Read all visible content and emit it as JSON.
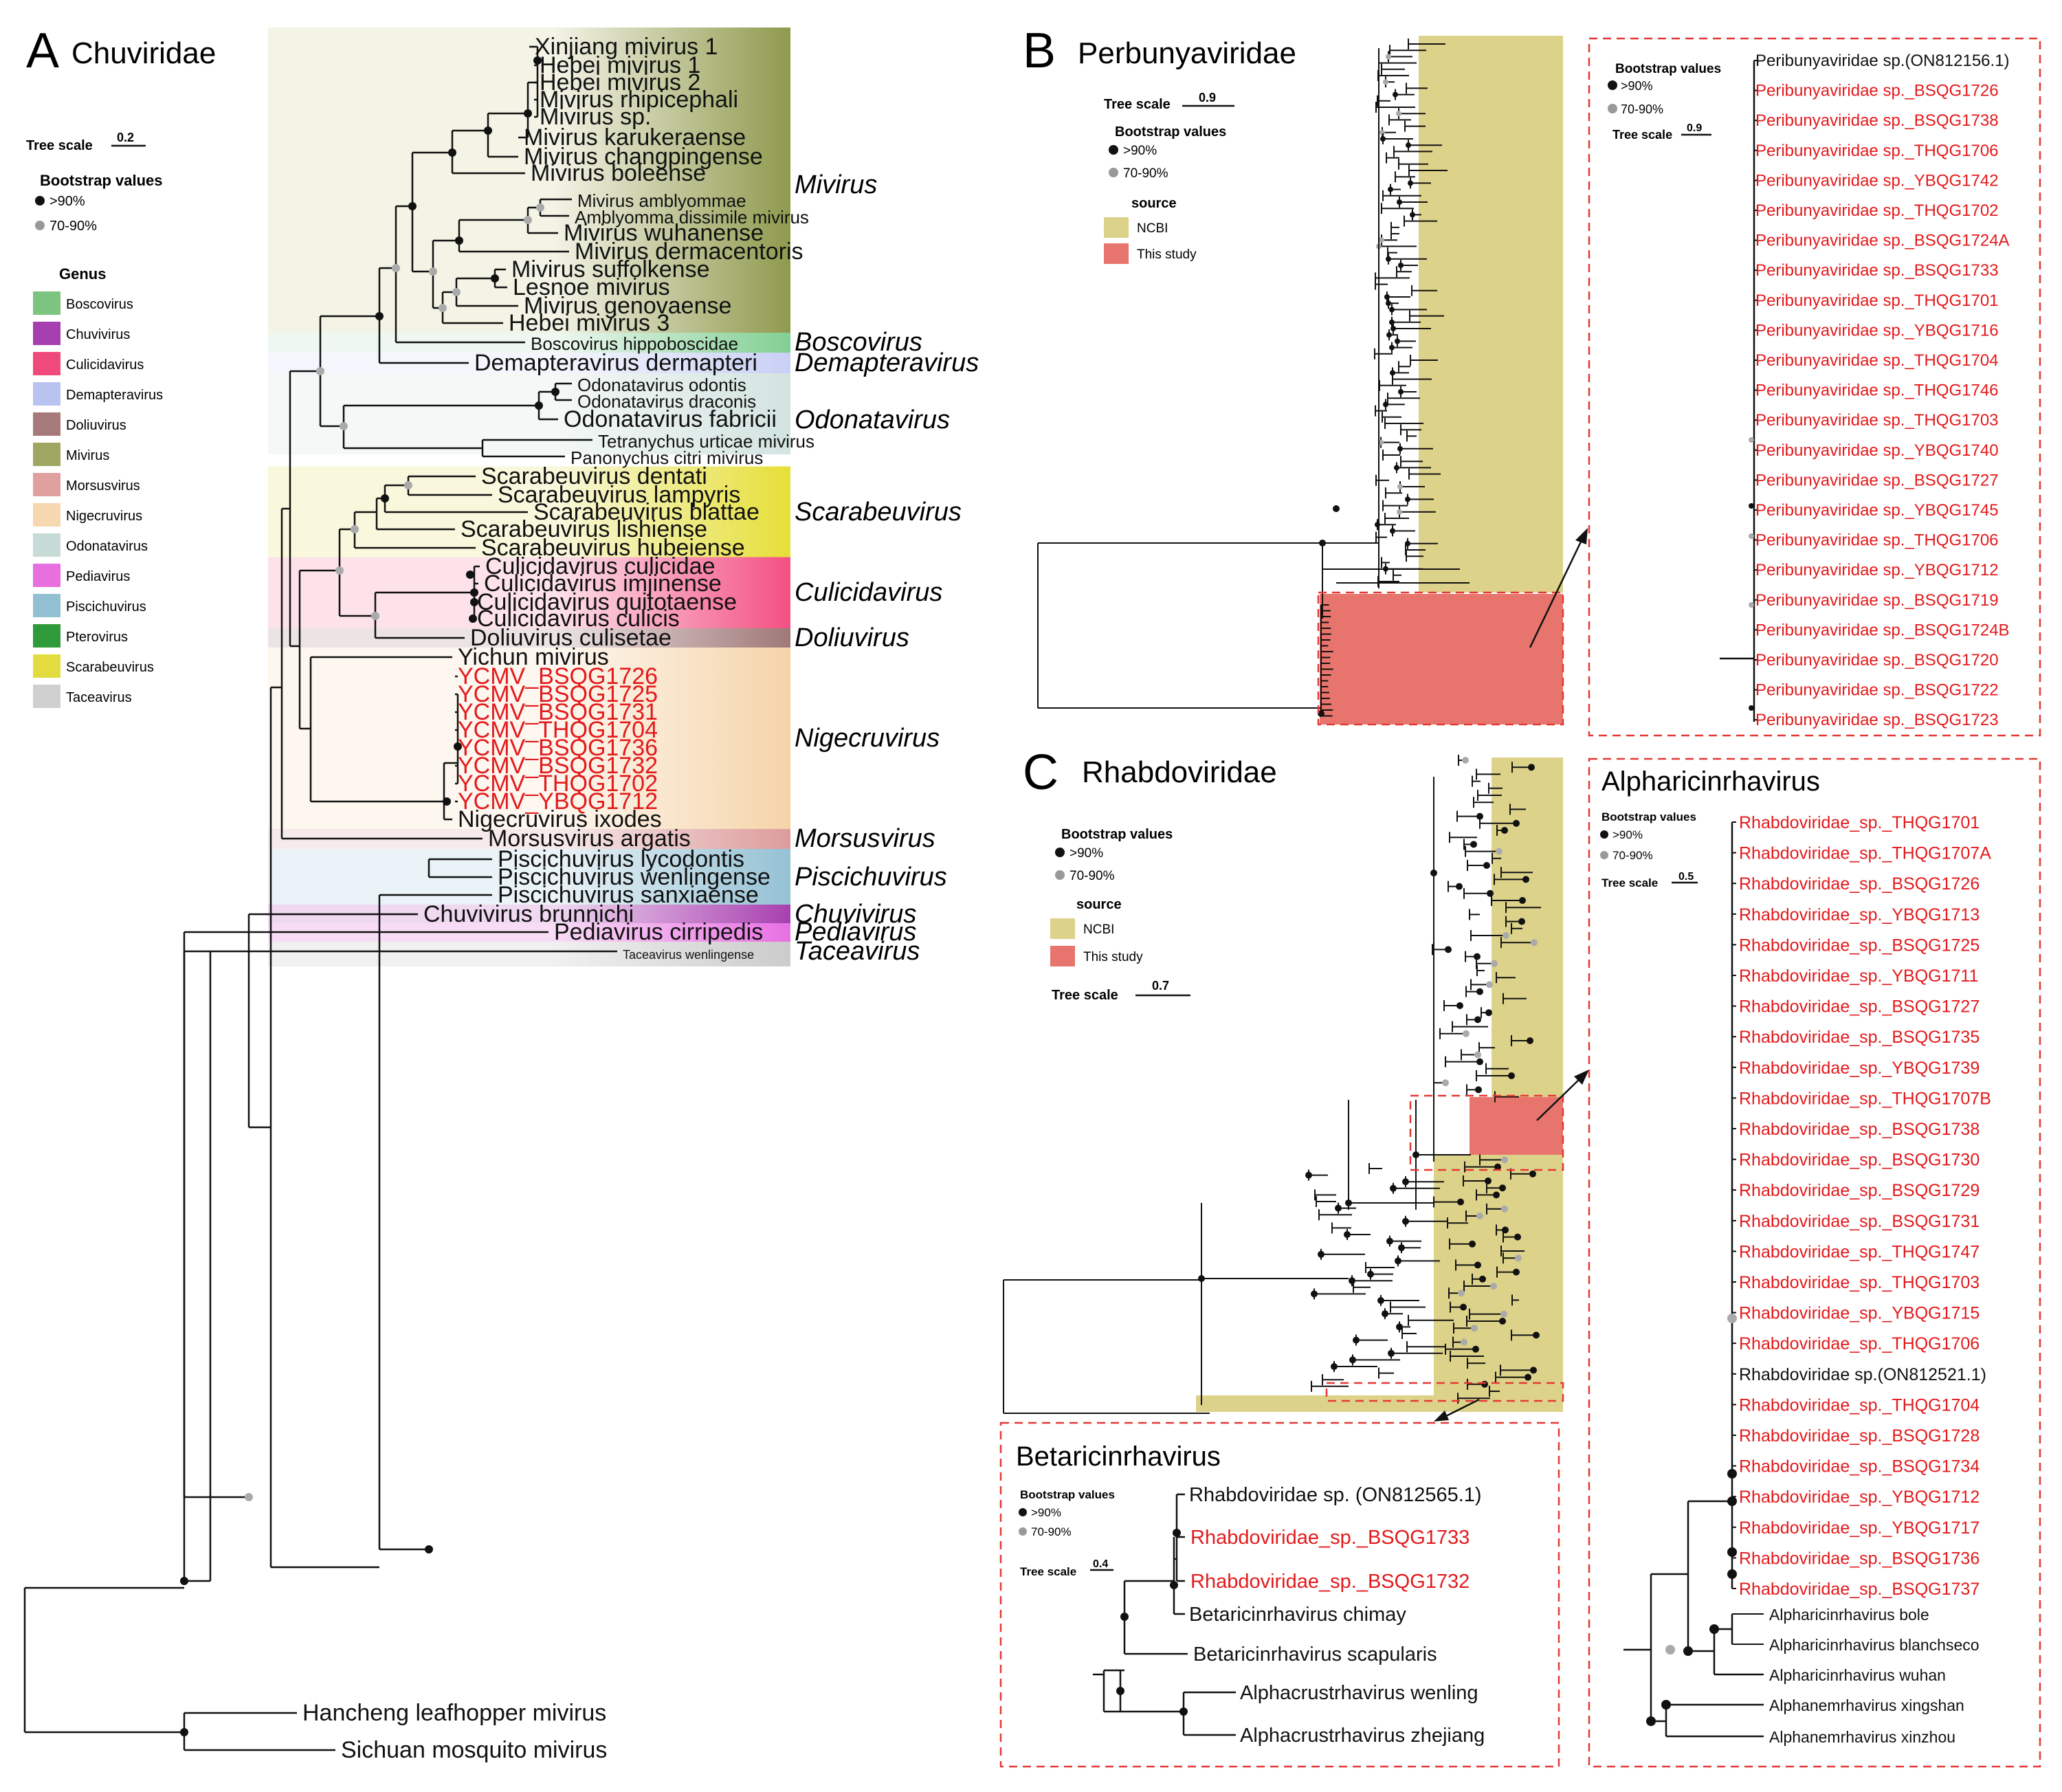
{
  "panel_a": {
    "letter": "A",
    "title": "Chuviridae",
    "tree_scale_label": "Tree scale",
    "tree_scale_value": "0.2",
    "bootstrap_title": "Bootstrap values",
    "bootstrap_high": ">90%",
    "bootstrap_mid": "70-90%",
    "genus_title": "Genus",
    "genus_legend": [
      {
        "name": "Boscovirus",
        "color": "#7cc47f"
      },
      {
        "name": "Chuvivirus",
        "color": "#a63fb0"
      },
      {
        "name": "Culicidavirus",
        "color": "#f04a7c"
      },
      {
        "name": "Demapteravirus",
        "color": "#b8c3f0"
      },
      {
        "name": "Doliuvirus",
        "color": "#a67a7a"
      },
      {
        "name": "Mivirus",
        "color": "#9fa662"
      },
      {
        "name": "Morsusvirus",
        "color": "#e0a0a0"
      },
      {
        "name": "Nigecruvirus",
        "color": "#f6d7b0"
      },
      {
        "name": "Odonatavirus",
        "color": "#c7dbd6"
      },
      {
        "name": "Pediavirus",
        "color": "#e76fe0"
      },
      {
        "name": "Piscichuvirus",
        "color": "#92bfd2"
      },
      {
        "name": "Pterovirus",
        "color": "#2f9a3a"
      },
      {
        "name": "Scarabeuvirus",
        "color": "#e3dc3e"
      },
      {
        "name": "Taceavirus",
        "color": "#cfcfcf"
      }
    ],
    "groups": [
      {
        "name": "Mivirus",
        "color": "#8f9a4e",
        "light": "#f3f3e6"
      },
      {
        "name": "Boscovirus",
        "color": "#82cf93",
        "light": "#eef8f0"
      },
      {
        "name": "Demapteravirus",
        "color": "#c9d0f5",
        "light": "#f5f6fd"
      },
      {
        "name": "Odonatavirus",
        "color": "#d3e4e0",
        "light": "#f4f8f7"
      },
      {
        "name": "Scarabeuvirus",
        "color": "#e6df38",
        "light": "#f9f8dd"
      },
      {
        "name": "Culicidavirus",
        "color": "#f45083",
        "light": "#fde2ea"
      },
      {
        "name": "Doliuvirus",
        "color": "#a07878",
        "light": "#ece4e4"
      },
      {
        "name": "Nigecruvirus",
        "color": "#f5d4a9",
        "light": "#fdf7ef"
      },
      {
        "name": "Morsusvirus",
        "color": "#dd9c9c",
        "light": "#f7eaea"
      },
      {
        "name": "Piscichuvirus",
        "color": "#95c1d4",
        "light": "#eaf3f7"
      },
      {
        "name": "Chuvivirus",
        "color": "#a840b0",
        "light": "#efd8f0"
      },
      {
        "name": "Pediavirus",
        "color": "#e870e2",
        "light": "#f8dcf6"
      },
      {
        "name": "Taceavirus",
        "color": "#cccccc",
        "light": "#f0f0f0"
      }
    ],
    "leaves": [
      {
        "text": "Xinjiang mivirus 1",
        "red": false
      },
      {
        "text": "Hebei mivirus 1",
        "red": false
      },
      {
        "text": "Hebei mivirus 2",
        "red": false
      },
      {
        "text": "Mivirus rhipicephali",
        "red": false
      },
      {
        "text": "Mivirus sp.",
        "red": false
      },
      {
        "text": "Mivirus karukeraense",
        "red": false
      },
      {
        "text": "Mivirus changpingense",
        "red": false
      },
      {
        "text": "Mivirus boleense",
        "red": false
      },
      {
        "text": "Mivirus amblyommae",
        "red": false
      },
      {
        "text": "Amblyomma dissimile mivirus",
        "red": false
      },
      {
        "text": "Mivirus wuhanense",
        "red": false
      },
      {
        "text": "Mivirus dermacentoris",
        "red": false
      },
      {
        "text": "Mivirus suffolkense",
        "red": false
      },
      {
        "text": "Lesnoe mivirus",
        "red": false
      },
      {
        "text": "Mivirus genovaense",
        "red": false
      },
      {
        "text": "Hebei mivirus 3",
        "red": false
      },
      {
        "text": "Boscovirus hippoboscidae",
        "red": false
      },
      {
        "text": "Demapteravirus dermapteri",
        "red": false
      },
      {
        "text": "Odonatavirus odontis",
        "red": false
      },
      {
        "text": "Odonatavirus draconis",
        "red": false
      },
      {
        "text": "Odonatavirus fabricii",
        "red": false
      },
      {
        "text": "Tetranychus urticae mivirus",
        "red": false
      },
      {
        "text": "Panonychus citri mivirus",
        "red": false
      },
      {
        "text": "Scarabeuvirus dentati",
        "red": false
      },
      {
        "text": "Scarabeuvirus lampyris",
        "red": false
      },
      {
        "text": "Scarabeuvirus blattae",
        "red": false
      },
      {
        "text": "Scarabeuvirus lishiense",
        "red": false
      },
      {
        "text": "Scarabeuvirus hubeiense",
        "red": false
      },
      {
        "text": "Culicidavirus culicidae",
        "red": false
      },
      {
        "text": "Culicidavirus imjinense",
        "red": false
      },
      {
        "text": "Culicidavirus quitotaense",
        "red": false
      },
      {
        "text": "Culicidavirus culicis",
        "red": false
      },
      {
        "text": "Doliuvirus culisetae",
        "red": false
      },
      {
        "text": "Yichun mivirus",
        "red": false
      },
      {
        "text": "YCMV_BSQG1726",
        "red": true
      },
      {
        "text": "YCMV_BSQG1725",
        "red": true
      },
      {
        "text": "YCMV_BSQG1731",
        "red": true
      },
      {
        "text": "YCMV_THQG1704",
        "red": true
      },
      {
        "text": "YCMV_BSQG1736",
        "red": true
      },
      {
        "text": "YCMV_BSQG1732",
        "red": true
      },
      {
        "text": "YCMV_THQG1702",
        "red": true
      },
      {
        "text": "YCMV_YBQG1712",
        "red": true
      },
      {
        "text": "Nigecruvirus ixodes",
        "red": false
      },
      {
        "text": "Morsusvirus argatis",
        "red": false
      },
      {
        "text": "Piscichuvirus lycodontis",
        "red": false
      },
      {
        "text": "Piscichuvirus wenlingense",
        "red": false
      },
      {
        "text": "Piscichuvirus sanxiaense",
        "red": false
      },
      {
        "text": "Chuvivirus brunnichi",
        "red": false
      },
      {
        "text": "Pediavirus cirripedis",
        "red": false
      },
      {
        "text": "Taceavirus wenlingense",
        "red": false
      },
      {
        "text": "Hancheng leafhopper mivirus",
        "red": false
      },
      {
        "text": "Sichuan mosquito mivirus",
        "red": false
      }
    ]
  },
  "panel_b": {
    "letter": "B",
    "title": "Perbunyaviridae",
    "tree_scale_label": "Tree scale",
    "tree_scale_value": "0.9",
    "bootstrap_title": "Bootstrap values",
    "bootstrap_high": ">90%",
    "bootstrap_mid": "70-90%",
    "source_title": "source",
    "source_items": [
      {
        "name": "NCBI",
        "color": "#ddd28a"
      },
      {
        "name": "This study",
        "color": "#e8756d"
      }
    ],
    "inset_scale_label": "Tree scale",
    "inset_scale_value": "0.9",
    "inset_leaves": [
      {
        "text": "Peribunyaviridae sp.(ON812156.1)",
        "red": false
      },
      {
        "text": "Peribunyaviridae sp._BSQG1726",
        "red": true
      },
      {
        "text": "Peribunyaviridae sp._BSQG1738",
        "red": true
      },
      {
        "text": "Peribunyaviridae sp._THQG1706",
        "red": true
      },
      {
        "text": "Peribunyaviridae sp._YBQG1742",
        "red": true
      },
      {
        "text": "Peribunyaviridae sp._THQG1702",
        "red": true
      },
      {
        "text": "Peribunyaviridae sp._BSQG1724A",
        "red": true
      },
      {
        "text": "Peribunyaviridae sp._BSQG1733",
        "red": true
      },
      {
        "text": "Peribunyaviridae sp._THQG1701",
        "red": true
      },
      {
        "text": "Peribunyaviridae sp._YBQG1716",
        "red": true
      },
      {
        "text": "Peribunyaviridae sp._THQG1704",
        "red": true
      },
      {
        "text": "Peribunyaviridae sp._THQG1746",
        "red": true
      },
      {
        "text": "Peribunyaviridae sp._THQG1703",
        "red": true
      },
      {
        "text": "Peribunyaviridae sp._YBQG1740",
        "red": true
      },
      {
        "text": "Peribunyaviridae sp._BSQG1727",
        "red": true
      },
      {
        "text": "Peribunyaviridae sp._YBQG1745",
        "red": true
      },
      {
        "text": "Peribunyaviridae sp._THQG1706",
        "red": true
      },
      {
        "text": "Peribunyaviridae sp._YBQG1712",
        "red": true
      },
      {
        "text": "Peribunyaviridae sp._BSQG1719",
        "red": true
      },
      {
        "text": "Peribunyaviridae sp._BSQG1724B",
        "red": true
      },
      {
        "text": "Peribunyaviridae sp._BSQG1720",
        "red": true
      },
      {
        "text": "Peribunyaviridae sp._BSQG1722",
        "red": true
      },
      {
        "text": "Peribunyaviridae sp._BSQG1723",
        "red": true
      }
    ]
  },
  "panel_c": {
    "letter": "C",
    "title": "Rhabdoviridae",
    "bootstrap_title": "Bootstrap values",
    "bootstrap_high": ">90%",
    "bootstrap_mid": "70-90%",
    "source_title": "source",
    "source_items": [
      {
        "name": "NCBI",
        "color": "#ddd28a"
      },
      {
        "name": "This study",
        "color": "#e8756d"
      }
    ],
    "tree_scale_label": "Tree scale",
    "tree_scale_value": "0.7",
    "alpha": {
      "title": "Alpharicinrhavirus",
      "bootstrap_title": "Bootstrap values",
      "bootstrap_high": ">90%",
      "bootstrap_mid": "70-90%",
      "tree_scale_label": "Tree scale",
      "tree_scale_value": "0.5",
      "leaves": [
        {
          "text": "Rhabdoviridae_sp._THQG1701",
          "red": true
        },
        {
          "text": "Rhabdoviridae_sp._THQG1707A",
          "red": true
        },
        {
          "text": "Rhabdoviridae_sp._BSQG1726",
          "red": true
        },
        {
          "text": "Rhabdoviridae_sp._YBQG1713",
          "red": true
        },
        {
          "text": "Rhabdoviridae_sp._BSQG1725",
          "red": true
        },
        {
          "text": "Rhabdoviridae_sp._YBQG1711",
          "red": true
        },
        {
          "text": "Rhabdoviridae_sp._BSQG1727",
          "red": true
        },
        {
          "text": "Rhabdoviridae_sp._BSQG1735",
          "red": true
        },
        {
          "text": "Rhabdoviridae_sp._YBQG1739",
          "red": true
        },
        {
          "text": "Rhabdoviridae_sp._THQG1707B",
          "red": true
        },
        {
          "text": "Rhabdoviridae_sp._BSQG1738",
          "red": true
        },
        {
          "text": "Rhabdoviridae_sp._BSQG1730",
          "red": true
        },
        {
          "text": "Rhabdoviridae_sp._BSQG1729",
          "red": true
        },
        {
          "text": "Rhabdoviridae_sp._BSQG1731",
          "red": true
        },
        {
          "text": "Rhabdoviridae_sp._THQG1747",
          "red": true
        },
        {
          "text": "Rhabdoviridae_sp._THQG1703",
          "red": true
        },
        {
          "text": "Rhabdoviridae_sp._YBQG1715",
          "red": true
        },
        {
          "text": "Rhabdoviridae_sp._THQG1706",
          "red": true
        },
        {
          "text": "Rhabdoviridae sp.(ON812521.1)",
          "red": false
        },
        {
          "text": "Rhabdoviridae_sp._THQG1704",
          "red": true
        },
        {
          "text": "Rhabdoviridae_sp._BSQG1728",
          "red": true
        },
        {
          "text": "Rhabdoviridae_sp._BSQG1734",
          "red": true
        },
        {
          "text": "Rhabdoviridae_sp._YBQG1712",
          "red": true
        },
        {
          "text": "Rhabdoviridae_sp._YBQG1717",
          "red": true
        },
        {
          "text": "Rhabdoviridae_sp._BSQG1736",
          "red": true
        },
        {
          "text": "Rhabdoviridae_sp._BSQG1737",
          "red": true
        },
        {
          "text": "Alpharicinrhavirus bole",
          "red": false
        },
        {
          "text": "Alpharicinrhavirus blanchseco",
          "red": false
        },
        {
          "text": "Alpharicinrhavirus wuhan",
          "red": false
        },
        {
          "text": "Alphanemrhavirus xingshan",
          "red": false
        },
        {
          "text": "Alphanemrhavirus xinzhou",
          "red": false
        }
      ]
    },
    "beta": {
      "title": "Betaricinrhavirus",
      "bootstrap_title": "Bootstrap values",
      "bootstrap_high": ">90%",
      "bootstrap_mid": "70-90%",
      "tree_scale_label": "Tree scale",
      "tree_scale_value": "0.4",
      "leaves": [
        {
          "text": "Rhabdoviridae sp. (ON812565.1)",
          "red": false
        },
        {
          "text": "Rhabdoviridae_sp._BSQG1733",
          "red": true
        },
        {
          "text": "Rhabdoviridae_sp._BSQG1732",
          "red": true
        },
        {
          "text": "Betaricinrhavirus chimay",
          "red": false
        },
        {
          "text": "Betaricinrhavirus scapularis",
          "red": false
        },
        {
          "text": "Alphacrustrhavirus wenling",
          "red": false
        },
        {
          "text": "Alphacrustrhavirus zhejiang",
          "red": false
        }
      ]
    }
  }
}
